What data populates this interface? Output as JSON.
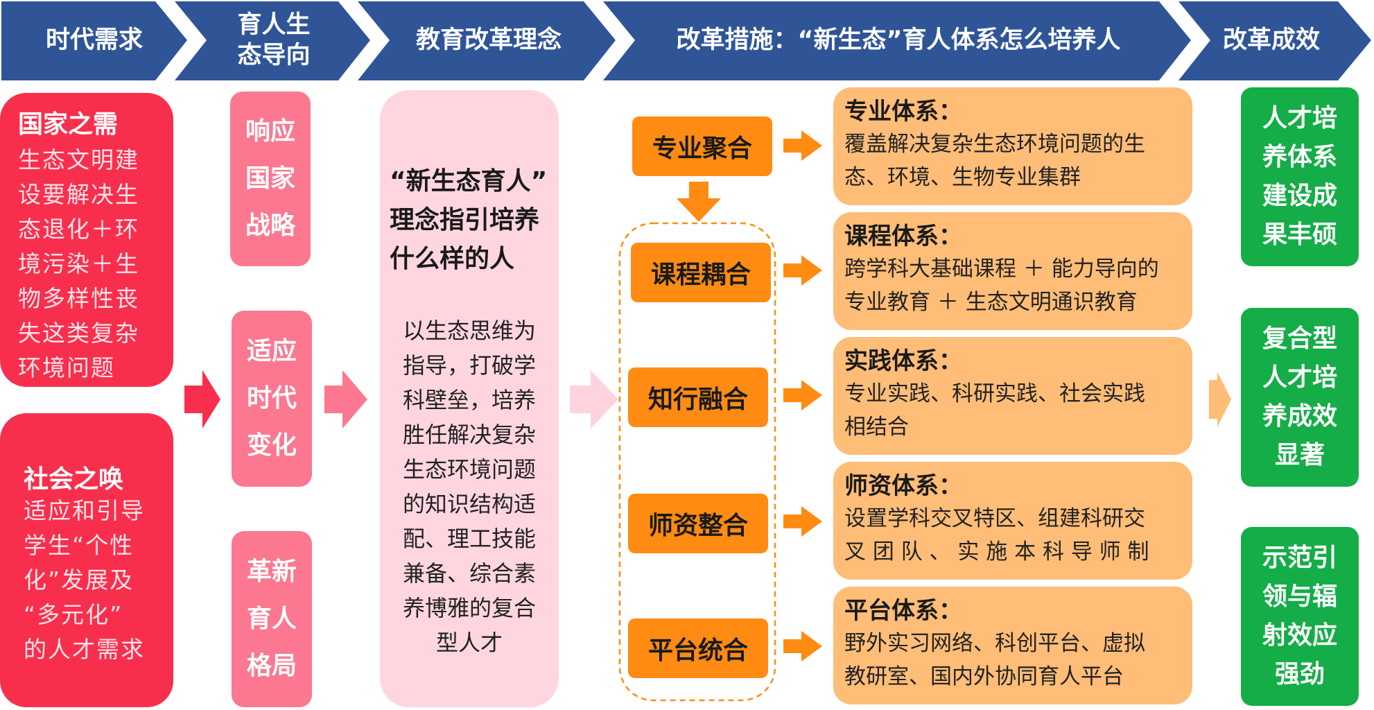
{
  "header": {
    "steps": [
      {
        "label": "时代需求"
      },
      {
        "label_line1": "育人生",
        "label_line2": "态导向"
      },
      {
        "label": "教育改革理念"
      },
      {
        "label": "改革措施：“新生态”育人体系怎么培养人"
      },
      {
        "label": "改革成效"
      }
    ],
    "color": "#2f5597"
  },
  "demands": {
    "national": {
      "title": "国家之需",
      "lines": [
        "生态文明建",
        "设要解决生",
        "态退化＋环",
        "境污染＋生",
        "物多样性丧",
        "失这类复杂",
        "环境问题"
      ]
    },
    "social": {
      "title": "社会之唤",
      "lines": [
        "适应和引导",
        "学生“个性",
        "化”发展及",
        "“多元化”",
        "的人才需求"
      ]
    },
    "color": "#f72f4d"
  },
  "orientation": {
    "items": [
      {
        "lines": [
          "响应",
          "国家",
          "战略"
        ]
      },
      {
        "lines": [
          "适应",
          "时代",
          "变化"
        ]
      },
      {
        "lines": [
          "革新",
          "育人",
          "格局"
        ]
      }
    ],
    "color": "#fb7890"
  },
  "concept": {
    "title_lines": [
      "“新生态育人”",
      "理念指引培养",
      "什么样的人"
    ],
    "body_lines": [
      "以生态思维为",
      "指导，打破学",
      "科壁垒，培养",
      "胜任解决复杂",
      "生态环境问题",
      "的知识结构适",
      "配、理工技能",
      "兼备、综合素",
      "养博雅的复合",
      "型人才"
    ],
    "color": "#ffd6e0"
  },
  "measures": {
    "items": [
      {
        "label": "专业聚合"
      },
      {
        "label": "课程耦合"
      },
      {
        "label": "知行融合"
      },
      {
        "label": "师资整合"
      },
      {
        "label": "平台统合"
      }
    ],
    "color": "#ff8b12"
  },
  "systems": {
    "items": [
      {
        "title": "专业体系：",
        "lines": [
          "覆盖解决复杂生态环境问题的生",
          "态、环境、生物专业集群"
        ]
      },
      {
        "title": "课程体系：",
        "lines": [
          "跨学科大基础课程 ＋ 能力导向的",
          "专业教育 ＋ 生态文明通识教育"
        ]
      },
      {
        "title": "实践体系：",
        "lines": [
          "专业实践、科研实践、社会实践",
          "相结合"
        ]
      },
      {
        "title": "师资体系：",
        "lines": [
          "设置学科交叉特区、组建科研交",
          "叉 团 队 、 实 施 本 科 导 师 制"
        ]
      },
      {
        "title": "平台体系：",
        "lines": [
          "野外实习网络、科创平台、虚拟",
          "教研室、国内外协同育人平台"
        ]
      }
    ],
    "color": "#ffbd78"
  },
  "outcomes": {
    "items": [
      {
        "lines": [
          "人才培",
          "养体系",
          "建设成",
          "果丰硕"
        ]
      },
      {
        "lines": [
          "复合型",
          "人才培",
          "养成效",
          "显著"
        ]
      },
      {
        "lines": [
          "示范引",
          "领与辐",
          "射效应",
          "强劲"
        ]
      }
    ],
    "color": "#14ad47"
  }
}
